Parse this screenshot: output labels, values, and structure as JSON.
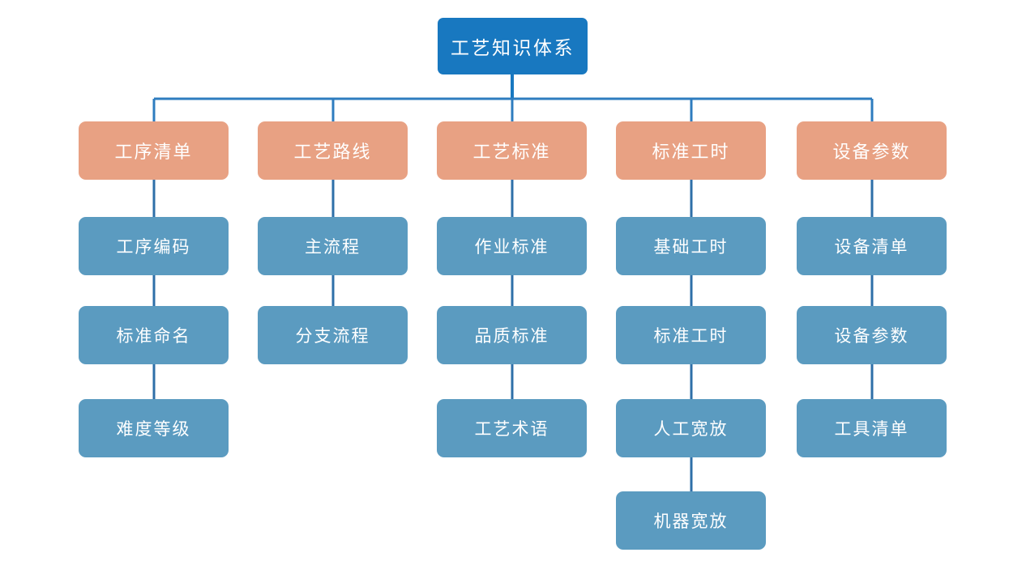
{
  "diagram": {
    "title": "工艺知识体系",
    "type": "organizational-tree",
    "colors": {
      "root": "#1878C0",
      "branch": "#E8A183",
      "leaf": "#5B9BC0",
      "connector_root": "#1878C0",
      "connector_leaf": "#2E6FA8",
      "background": "#FFFFFF",
      "text": "#FFFFFF"
    },
    "root": {
      "label": "工艺知识体系"
    },
    "branches": [
      {
        "label": "工序清单",
        "children": [
          {
            "label": "工序编码"
          },
          {
            "label": "标准命名"
          },
          {
            "label": "难度等级"
          }
        ]
      },
      {
        "label": "工艺路线",
        "children": [
          {
            "label": "主流程"
          },
          {
            "label": "分支流程"
          }
        ]
      },
      {
        "label": "工艺标准",
        "children": [
          {
            "label": "作业标准"
          },
          {
            "label": "品质标准"
          },
          {
            "label": "工艺术语"
          }
        ]
      },
      {
        "label": "标准工时",
        "children": [
          {
            "label": "基础工时"
          },
          {
            "label": "标准工时"
          },
          {
            "label": "人工宽放"
          },
          {
            "label": "机器宽放"
          }
        ]
      },
      {
        "label": "设备参数",
        "children": [
          {
            "label": "设备清单"
          },
          {
            "label": "设备参数"
          },
          {
            "label": "工具清单"
          }
        ]
      }
    ]
  }
}
